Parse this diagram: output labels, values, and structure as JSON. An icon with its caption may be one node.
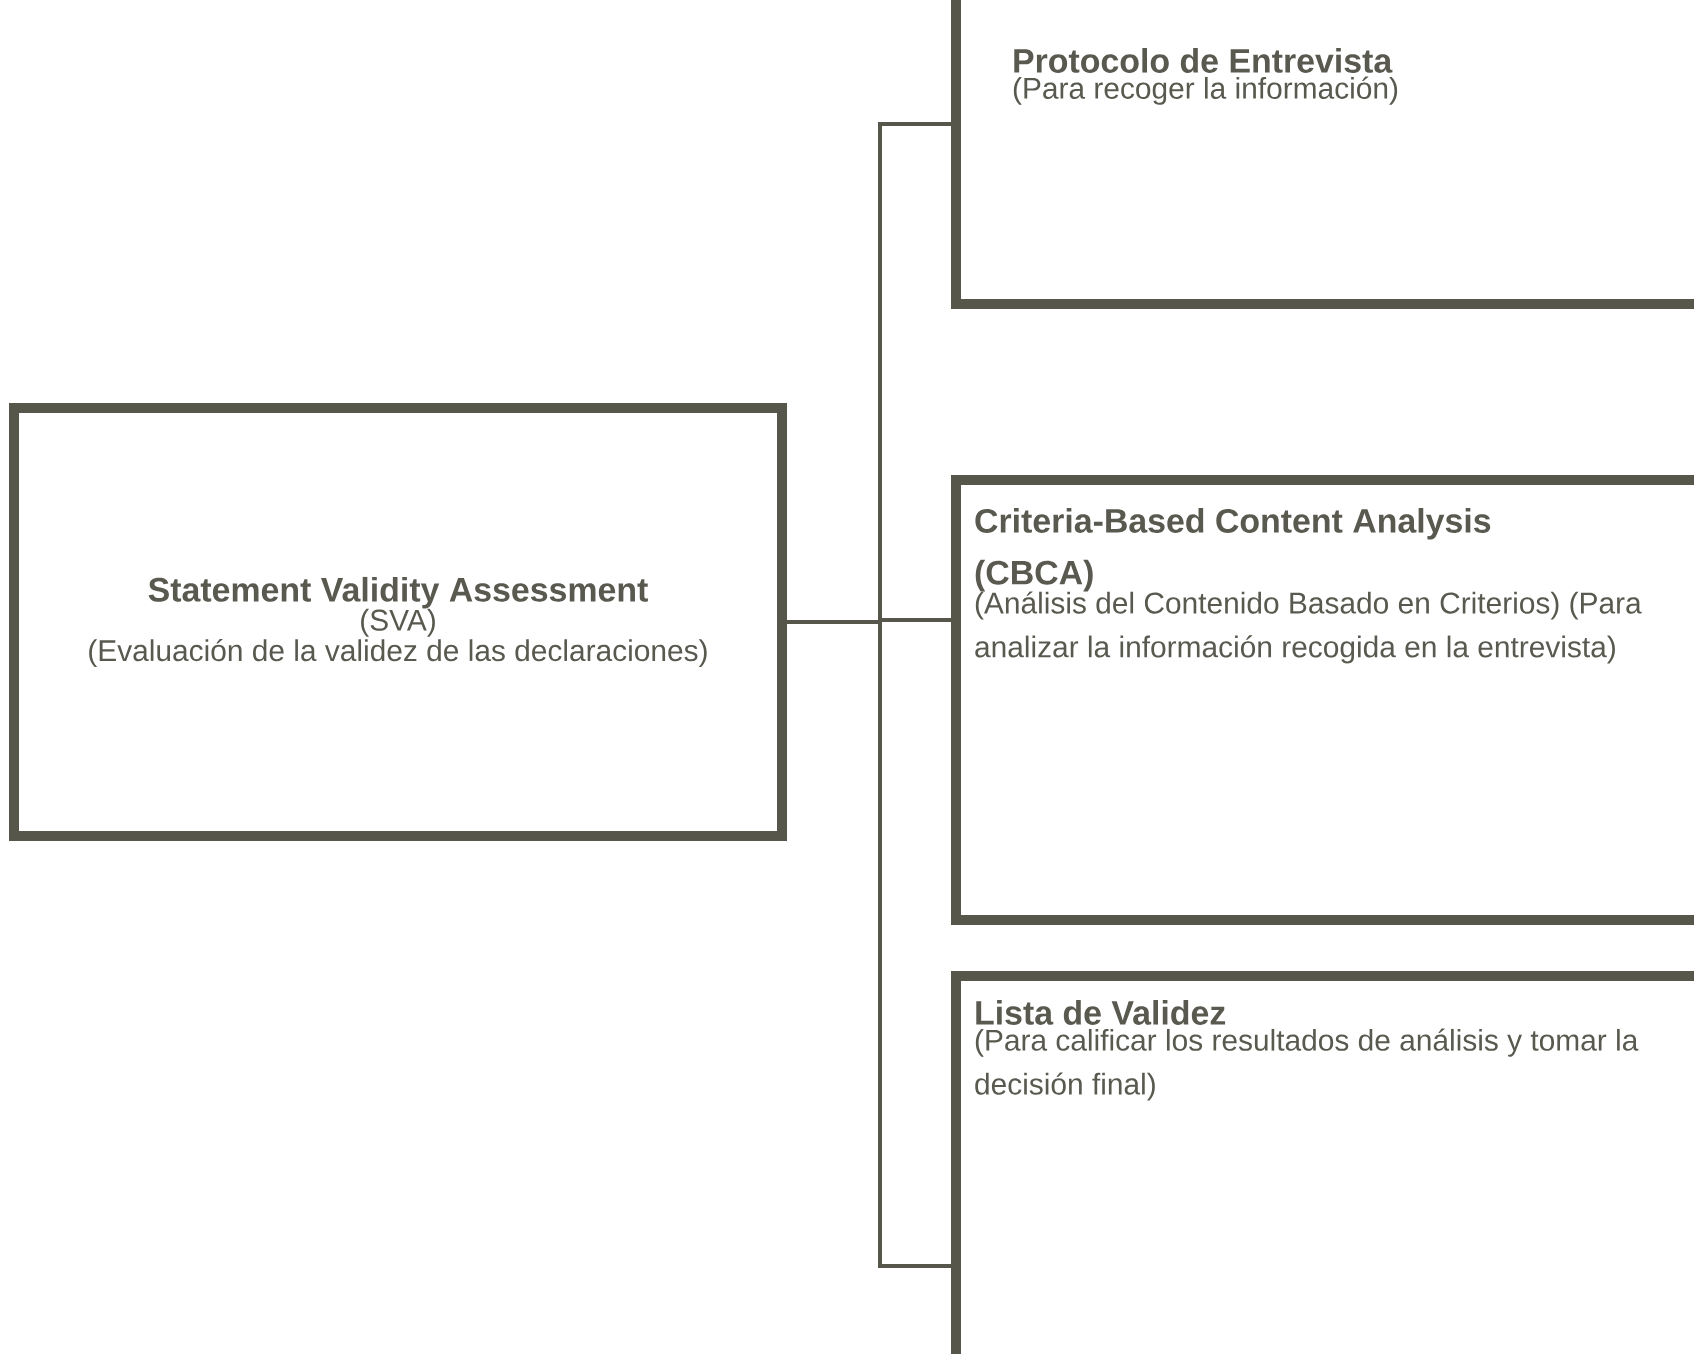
{
  "diagram": {
    "nodes": [
      {
        "text": [
          "Statement Validity Assessment",
          "(SVA)",
          "(Evaluación de la validez de las declaraciones)"
        ]
      },
      {
        "text": [
          "Protocolo de Entrevista",
          "(Para recoger la información)"
        ]
      },
      {
        "text": [
          "Criteria-Based Content Analysis (CBCA)",
          "(Análisis del Contenido Basado en Criterios) (Para analizar la información recogida en la entrevista)"
        ]
      },
      {
        "text": [
          "Lista de Validez",
          "(Para calificar los resultados de análisis y tomar la decisión final)"
        ]
      }
    ],
    "edges": [
      {
        "from": 0,
        "to": 1,
        "arrow": "none"
      },
      {
        "from": 0,
        "to": 2,
        "arrow": "none"
      },
      {
        "from": 0,
        "to": 3,
        "arrow": "none"
      }
    ]
  }
}
